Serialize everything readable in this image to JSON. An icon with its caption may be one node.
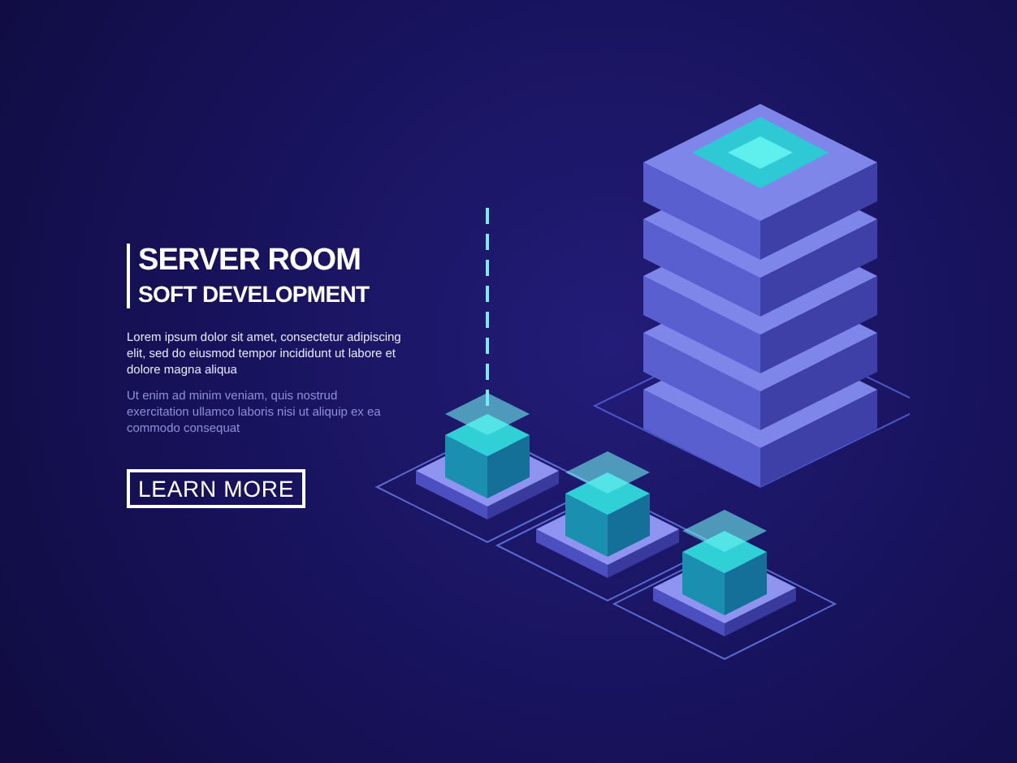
{
  "diagram": {
    "title": "SERVER ROOM",
    "labels": [
      "SOFT DEVELOPMENT",
      "Lorem ipsum dolor sit amet, consectetur adipiscing elit, sed do eiusmod tempor incididunt ut labore et dolore magna aliqua",
      "Ut enim ad minim veniam, quis nostrud exercitation ullamco laboris nisi ut aliquip ex ea commodo consequat",
      "LEARN MORE"
    ]
  }
}
